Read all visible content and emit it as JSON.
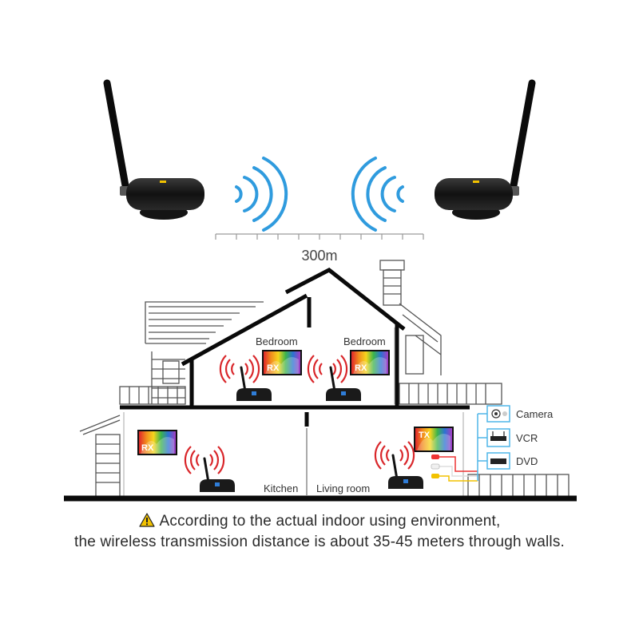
{
  "distance_label": "300m",
  "rooms": {
    "bedroom_left": "Bedroom",
    "bedroom_right": "Bedroom",
    "kitchen": "Kitchen",
    "living_room": "Living room"
  },
  "screens": {
    "rx_1": "RX",
    "rx_2": "RX",
    "rx_3": "RX",
    "tx": "TX"
  },
  "sources": [
    "Camera",
    "VCR",
    "DVD"
  ],
  "caption": {
    "line1": "According to the actual indoor using environment,",
    "line2": "the wireless transmission distance is about 35-45 meters through walls."
  },
  "colors": {
    "signal_blue": "#2f9bde",
    "signal_red": "#d9262a",
    "warning_yellow": "#f2c200",
    "source_box": "#4fb6e8"
  },
  "icons": {
    "warning": "warning-triangle-icon"
  }
}
